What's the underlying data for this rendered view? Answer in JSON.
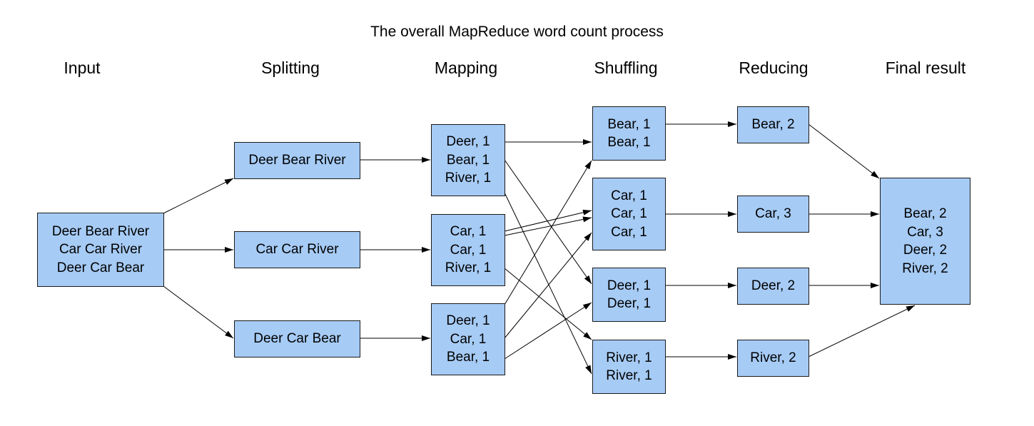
{
  "title": "The overall MapReduce word count process",
  "stages": [
    "Input",
    "Splitting",
    "Mapping",
    "Shuffling",
    "Reducing",
    "Final result"
  ],
  "input": {
    "lines": [
      "Deer Bear River",
      "Car Car River",
      "Deer Car Bear"
    ]
  },
  "splits": [
    {
      "lines": [
        "Deer Bear River"
      ]
    },
    {
      "lines": [
        "Car Car River"
      ]
    },
    {
      "lines": [
        "Deer Car Bear"
      ]
    }
  ],
  "maps": [
    {
      "lines": [
        "Deer, 1",
        "Bear, 1",
        "River, 1"
      ]
    },
    {
      "lines": [
        "Car, 1",
        "Car, 1",
        "River, 1"
      ]
    },
    {
      "lines": [
        "Deer, 1",
        "Car, 1",
        "Bear, 1"
      ]
    }
  ],
  "shuffles": [
    {
      "lines": [
        "Bear, 1",
        "Bear, 1"
      ]
    },
    {
      "lines": [
        "Car, 1",
        "Car, 1",
        "Car, 1"
      ]
    },
    {
      "lines": [
        "Deer, 1",
        "Deer, 1"
      ]
    },
    {
      "lines": [
        "River, 1",
        "River, 1"
      ]
    }
  ],
  "reduces": [
    {
      "lines": [
        "Bear, 2"
      ]
    },
    {
      "lines": [
        "Car, 3"
      ]
    },
    {
      "lines": [
        "Deer, 2"
      ]
    },
    {
      "lines": [
        "River, 2"
      ]
    }
  ],
  "final": {
    "lines": [
      "Bear, 2",
      "Car, 3",
      "Deer, 2",
      "River, 2"
    ]
  },
  "colors": {
    "box_fill": "#a6cbf5",
    "box_border": "#1a1a1a",
    "arrow": "#000000"
  }
}
